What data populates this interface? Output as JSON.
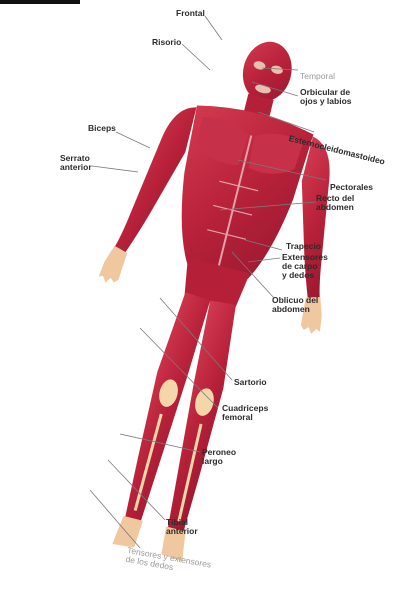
{
  "colors": {
    "muscle": "#c0283e",
    "muscle_dark": "#8e1226",
    "muscle_light": "#e05a6c",
    "tendon": "#f3d7a8",
    "leader": "#7a7a7a"
  },
  "labels": {
    "frontal": "Frontal",
    "risorio": "Risorio",
    "temporal": "Temporal",
    "orbicular": [
      "Orbicular de",
      "ojos y labios"
    ],
    "esternocleido": "Esternocleidomastoideo",
    "biceps": "Biceps",
    "serrato": [
      "Serrato",
      "anterior"
    ],
    "pectorales": "Pectorales",
    "recto": [
      "Recto del",
      "abdomen"
    ],
    "trapecio": "Trapecio",
    "extensores": [
      "Extensores",
      "de carpo",
      "y dedos"
    ],
    "oblicuo": [
      "Oblicuo del",
      "abdomen"
    ],
    "sartorio": "Sartorio",
    "cuadriceps": [
      "Cuadriceps",
      "femoral"
    ],
    "peroneo": [
      "Peroneo",
      "largo"
    ],
    "tibial": [
      "Tibial",
      "anterior"
    ],
    "tensores": [
      "Tensores y extensores",
      "de los dedos"
    ]
  }
}
